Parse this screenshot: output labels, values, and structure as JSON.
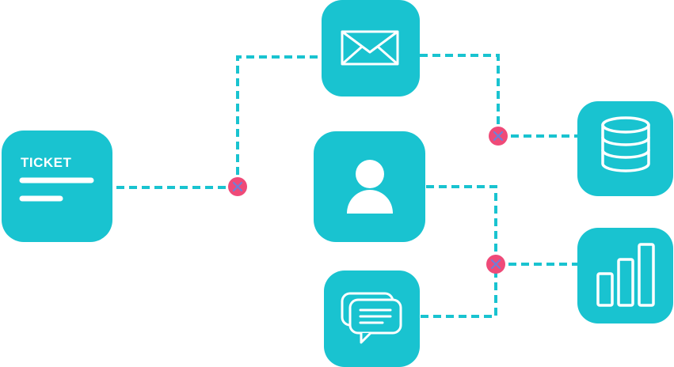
{
  "colors": {
    "accent": "#19c3d0",
    "junction": "#ef4a78",
    "icon": "#ffffff"
  },
  "nodes": {
    "ticket": {
      "label": "TICKET",
      "icon": "ticket-icon"
    },
    "email": {
      "icon": "envelope-icon"
    },
    "user": {
      "icon": "user-icon"
    },
    "chat": {
      "icon": "chat-bubbles-icon"
    },
    "database": {
      "icon": "database-icon"
    },
    "analytics": {
      "icon": "bar-chart-icon"
    }
  },
  "junctions": [
    {
      "name": "ticket-junction",
      "icon": "close-icon"
    },
    {
      "name": "database-junction",
      "icon": "close-icon"
    },
    {
      "name": "analytics-junction",
      "icon": "close-icon"
    }
  ]
}
